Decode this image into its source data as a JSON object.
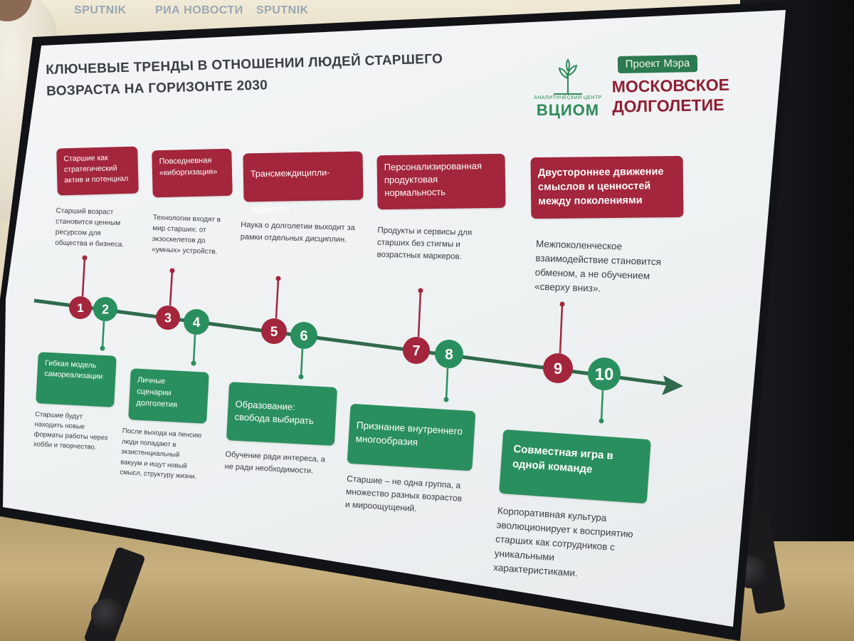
{
  "backdrop": {
    "banner_logos": [
      "SPUTNIK",
      "РИА НОВОСТИ",
      "SPUTNIK"
    ]
  },
  "slide": {
    "title_line1": "КЛЮЧЕВЫЕ ТРЕНДЫ В ОТНОШЕНИИ ЛЮДЕЙ СТАРШЕГО",
    "title_line2": "ВОЗРАСТА НА ГОРИЗОНТЕ 2030",
    "vciom_small": "АНАЛИТИЧЕСКИЙ ЦЕНТР",
    "vciom_name": "ВЦИОМ",
    "mayor_badge": "Проект Мэра",
    "longevity_line1": "МОСКОВСКОЕ",
    "longevity_line2": "ДОЛГОЛЕТИЕ",
    "colors": {
      "red": "#a3263c",
      "green": "#2a8f5e",
      "line": "#2f6a4c"
    },
    "trends": [
      {
        "num": "1",
        "color": "red",
        "box": "Старшие как стратегический актив и потенциал",
        "desc": "Старший возраст становится ценным ресурсом для общества и бизнеса."
      },
      {
        "num": "2",
        "color": "green",
        "box": "Гибкая модель самореализации",
        "desc": "Старшие будут находить новые форматы работы через хобби и творчество."
      },
      {
        "num": "3",
        "color": "red",
        "box": "Повседневная «киборгизация»",
        "desc": "Технологии входят в мир старших: от экзоскелетов до «умных» устройств."
      },
      {
        "num": "4",
        "color": "green",
        "box": "Личные сценарии долголетия",
        "desc": "После выхода на пенсию люди попадают в экзистенциальный вакуум и ищут новый смысл, структуру жизни."
      },
      {
        "num": "5",
        "color": "red",
        "box": "Трансмеждиципли­нарность",
        "desc": "Наука о долголетии выходит за рамки отдельных дисциплин."
      },
      {
        "num": "6",
        "color": "green",
        "box": "Образование: свобода выбирать",
        "desc": "Обучение ради интереса, а не ради необходимости."
      },
      {
        "num": "7",
        "color": "red",
        "box": "Персонализированная продуктовая нормальность",
        "desc": "Продукты и сервисы для старших без стигмы и возрастных маркеров."
      },
      {
        "num": "8",
        "color": "green",
        "box": "Признание внутреннего многообразия",
        "desc": "Старшие – не одна группа, а множество разных возрастов и мироощущений."
      },
      {
        "num": "9",
        "color": "red",
        "box": "Двустороннее движение смыслов и ценностей между поколениями",
        "desc": "Межпоколенческое взаимодействие становится обменом, а не обучением «сверху вниз»."
      },
      {
        "num": "10",
        "color": "green",
        "box": "Совместная игра в одной команде",
        "desc": "Корпоративная культура эволюционирует к восприятию старших как сотрудников с уникальными характеристиками."
      }
    ]
  }
}
